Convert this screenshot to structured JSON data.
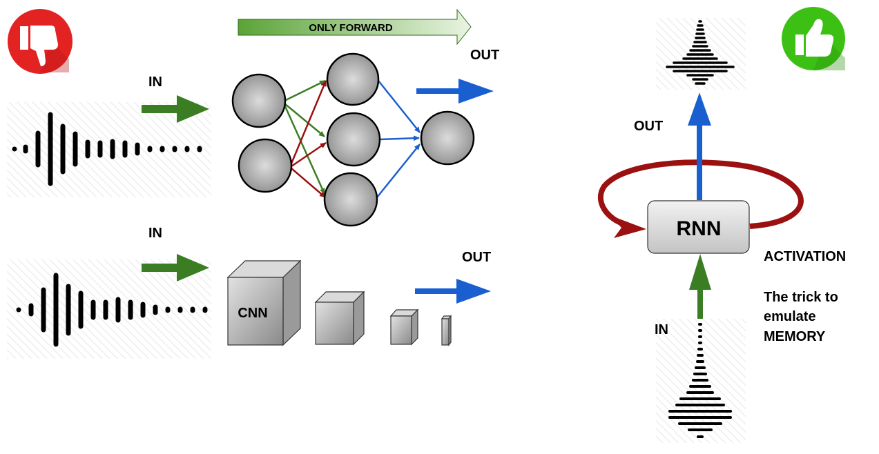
{
  "banner": {
    "label": "ONLY FORWARD"
  },
  "feedforward": {
    "in_label": "IN",
    "out_label": "OUT"
  },
  "cnn": {
    "in_label": "IN",
    "out_label": "OUT",
    "cube_label": "CNN"
  },
  "rnn": {
    "cell_label": "RNN",
    "out_label": "OUT",
    "in_label": "IN",
    "activation_label": "ACTIVATION",
    "note_line1": "The trick to",
    "note_line2": "emulate",
    "note_line3": "MEMORY"
  },
  "icons": {
    "bad": "thumbs-down-icon",
    "good": "thumbs-up-icon"
  },
  "colors": {
    "green_arrow": "#3a7d22",
    "blue_arrow": "#1a5fd0",
    "red_arrow": "#9b1010",
    "thumb_down_bg": "#e32222",
    "thumb_up_bg": "#3cc013"
  }
}
